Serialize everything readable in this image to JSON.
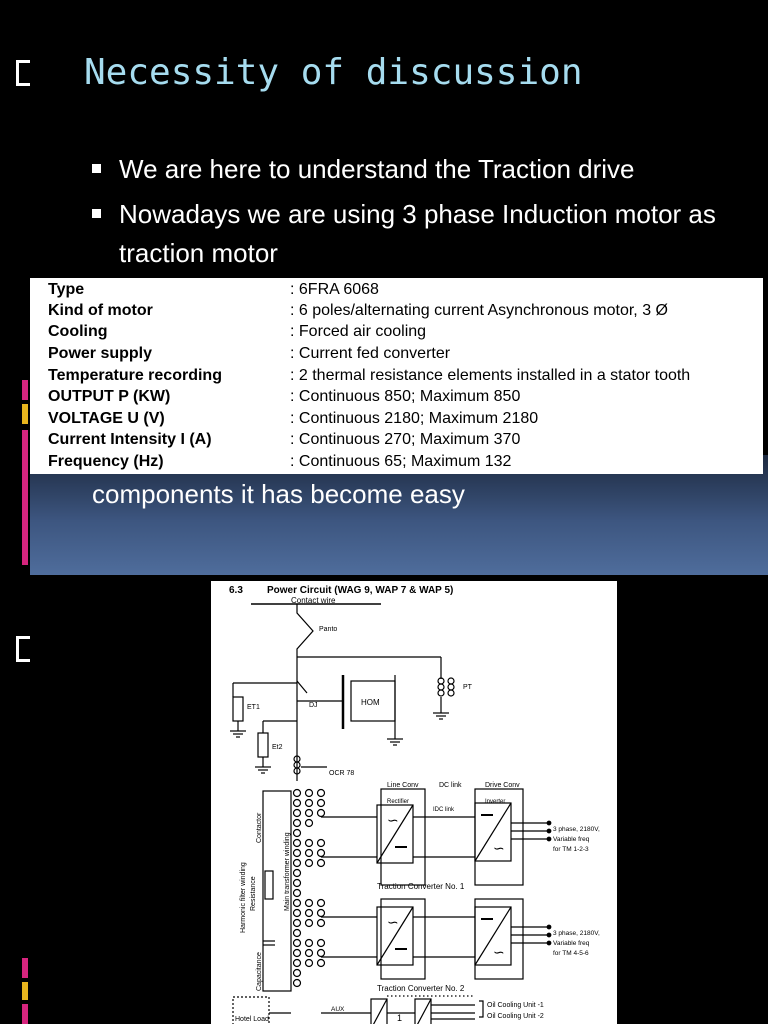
{
  "title": "Necessity of discussion",
  "bullets": [
    "We are here to understand the Traction drive",
    "Nowadays we are using 3 phase Induction motor as traction motor"
  ],
  "spec_table": [
    {
      "key": "Type",
      "value": ": 6FRA 6068"
    },
    {
      "key": "Kind of motor",
      "value": ": 6 poles/alternating current Asynchronous motor, 3 Ø"
    },
    {
      "key": "Cooling",
      "value": ": Forced air cooling"
    },
    {
      "key": "Power supply",
      "value": ": Current fed converter"
    },
    {
      "key": "Temperature recording",
      "value": ": 2 thermal resistance elements installed in a stator tooth"
    },
    {
      "key": "OUTPUT P (KW)",
      "value": ": Continuous 850; Maximum 850"
    },
    {
      "key": "VOLTAGE U (V)",
      "value": ": Continuous 2180; Maximum 2180"
    },
    {
      "key": "Current Intensity I (A)",
      "value": ": Continuous 270; Maximum 370"
    },
    {
      "key": "Frequency (Hz)",
      "value": ": Continuous 65; Maximum 132"
    }
  ],
  "footer_text": "components it has become easy",
  "diagram": {
    "section_number": "6.3",
    "heading": "Power Circuit (WAG 9, WAP 7 & WAP 5)",
    "labels": {
      "contact_wire": "Contact wire",
      "panto": "Panto",
      "hom": "HOM",
      "dj": "DJ",
      "et1": "ET1",
      "et2": "Et2",
      "pt": "PT",
      "ocr": "OCR 78",
      "line_conv": "Line Conv",
      "rectifier": "Rectifier",
      "dc_link": "DC link",
      "idc_link": "IDC link",
      "drive_conv": "Drive Conv",
      "inverter": "Inverter",
      "contactor": "Contactor",
      "main_transformer_winding": "Main transformer winding",
      "harmonic_filter_winding": "Harmonic filter winding",
      "resistance": "Resistance",
      "capacitance": "Capacitance",
      "out1_a": "3 phase, 2180V,",
      "out1_b": "Variable freq",
      "out1_c": "for TM 1-2-3",
      "conv1": "Traction Converter No. 1",
      "out2_a": "3 phase, 2180V,",
      "out2_b": "Variable freq",
      "out2_c": "for TM 4-5-6",
      "conv2": "Traction Converter No. 2",
      "hotel_load": "Hotel Load",
      "aux": "AUX",
      "one": "1",
      "oil1": "Oil Cooling Unit -1",
      "oil2": "Oil Cooling Unit -2"
    }
  },
  "colors": {
    "title": "#a6dcef",
    "marker_pink": "#d6257e",
    "marker_yellow": "#e8b51e",
    "band": "#4f6d9c"
  }
}
